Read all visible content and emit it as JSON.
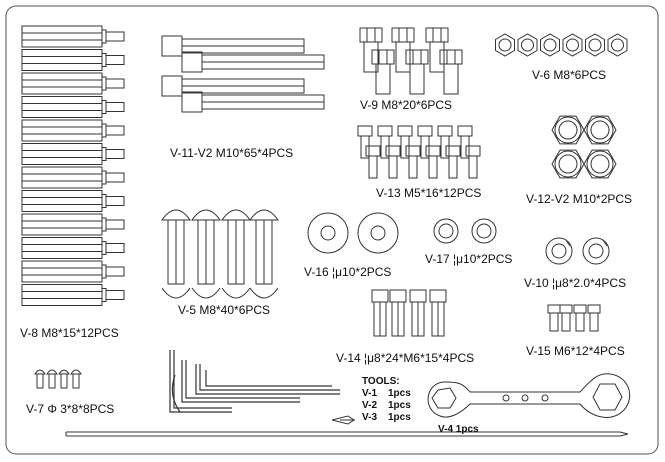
{
  "labels": {
    "v8": "V-8  M8*15*12PCS",
    "v11": "V-11-V2  M10*65*4PCS",
    "v9": "V-9    M8*20*6PCS",
    "v6": "V-6  M8*6PCS",
    "v13": "V-13  M5*16*12PCS",
    "v12": "V-12-V2  M10*2PCS",
    "v16": "V-16  ¦μ10*2PCS",
    "v17": "V-17  ¦μ10*2PCS",
    "v10": "V-10  ¦μ8*2.0*4PCS",
    "v5": "V-5  M8*40*6PCS",
    "v14": "V-14  ¦μ8*24*M6*15*4PCS",
    "v15": "V-15   M6*12*4PCS",
    "v7": "V-7  Φ 3*8*8PCS",
    "v4": "V-4      1pcs"
  },
  "tools": {
    "title": "TOOLS:",
    "items": [
      {
        "code": "V-1",
        "qty": "1pcs"
      },
      {
        "code": "V-2",
        "qty": "1pcs"
      },
      {
        "code": "V-3",
        "qty": "1pcs"
      }
    ]
  },
  "colors": {
    "line": "#333333",
    "fill": "#ffffff",
    "frame": "#555555"
  }
}
